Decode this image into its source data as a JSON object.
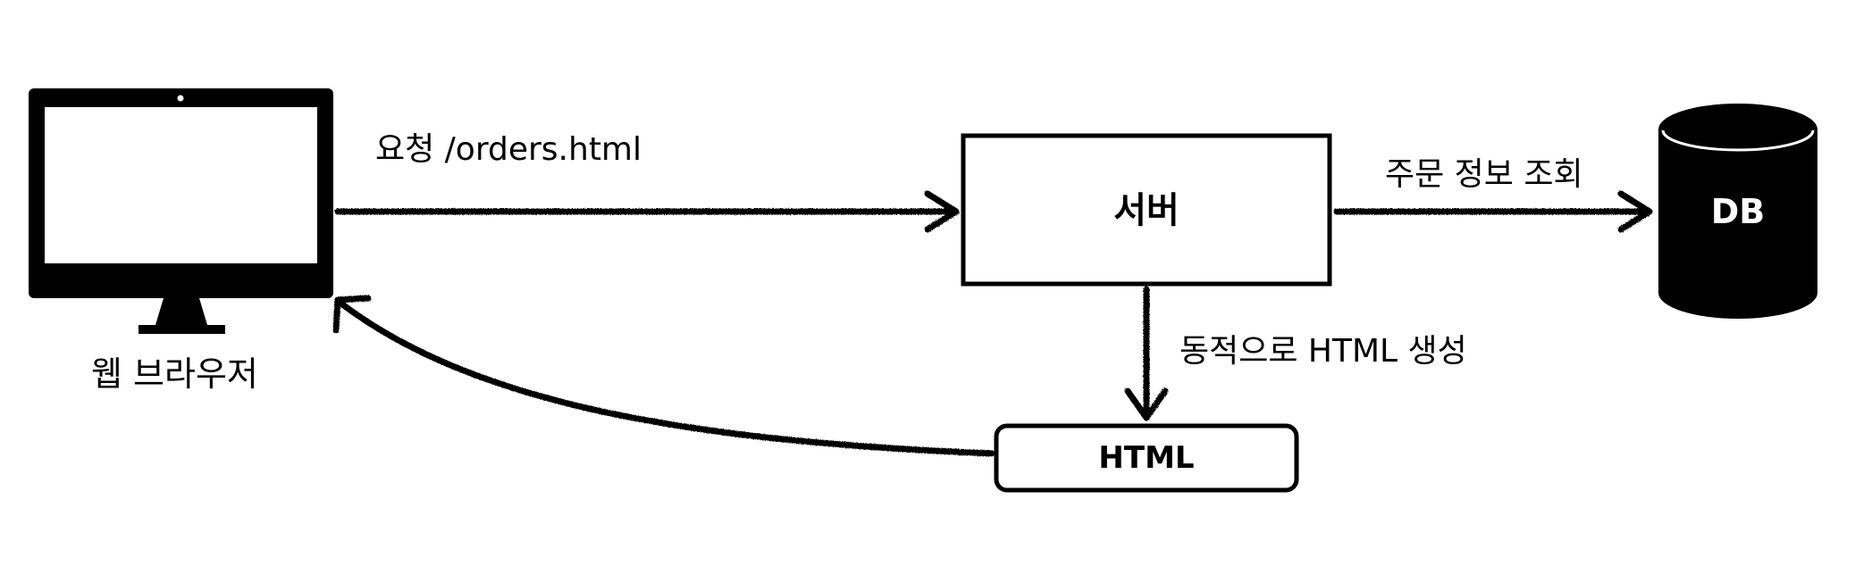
{
  "nodes": {
    "browser": {
      "label": "웹 브라우저"
    },
    "server": {
      "label": "서버"
    },
    "db": {
      "label": "DB"
    },
    "html": {
      "label": "HTML"
    }
  },
  "edges": {
    "request": {
      "label": "요청 /orders.html"
    },
    "query": {
      "label": "주문 정보 조회"
    },
    "generate": {
      "label": "동적으로 HTML 생성"
    },
    "response": {
      "label": ""
    }
  },
  "colors": {
    "stroke": "#000000",
    "fill": "#000000",
    "screen": "#ffffff",
    "background": "#ffffff"
  }
}
